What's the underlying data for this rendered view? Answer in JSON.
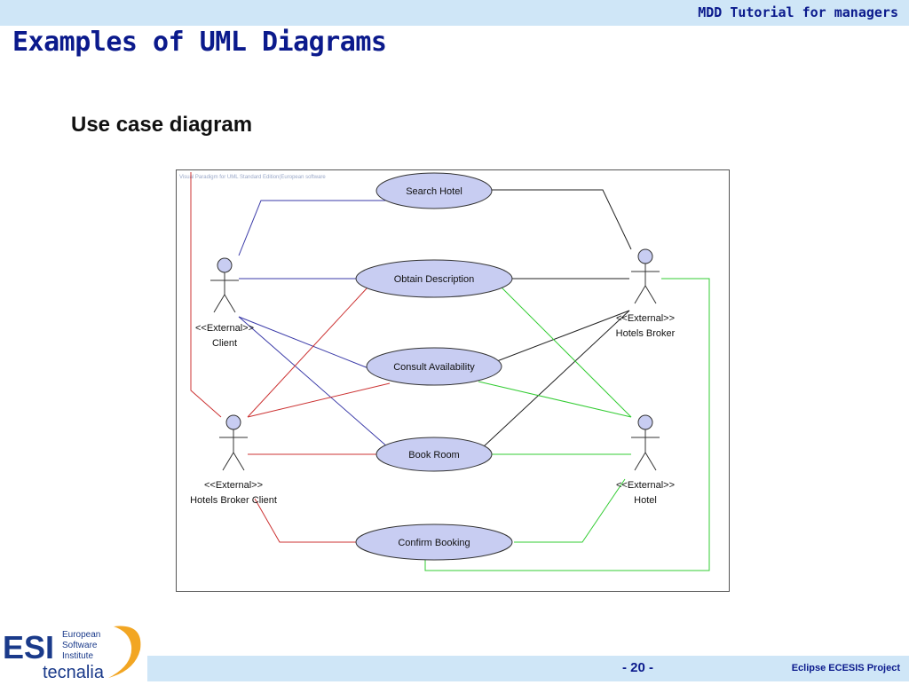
{
  "header": {
    "tag": "MDD Tutorial for managers"
  },
  "slide": {
    "title": "Examples of UML Diagrams",
    "subtitle": "Use case diagram"
  },
  "diagram": {
    "watermark": "Visual Paradigm for UML Standard Edition(European software",
    "actors": {
      "client": {
        "stereotype": "<<External>>",
        "name": "Client"
      },
      "hotels_broker": {
        "stereotype": "<<External>>",
        "name": "Hotels Broker"
      },
      "hotels_broker_client": {
        "stereotype": "<<External>>",
        "name": "Hotels Broker Client"
      },
      "hotel": {
        "stereotype": "<<External>>",
        "name": "Hotel"
      }
    },
    "use_cases": {
      "search_hotel": "Search Hotel",
      "obtain_description": "Obtain Description",
      "consult_availability": "Consult Availability",
      "book_room": "Book Room",
      "confirm_booking": "Confirm Booking"
    },
    "colors": {
      "use_case_fill": "#c8cdf2",
      "actor_fill": "#c8cdf2",
      "blue_link": "#3a3aa8",
      "red_link": "#cc3333",
      "green_link": "#33cc33",
      "black_link": "#222222"
    }
  },
  "logo": {
    "mark": "ESI",
    "line1": "European",
    "line2": "Software",
    "line3": "Institute",
    "brand": "tecnalia"
  },
  "footer": {
    "page": "- 20 -",
    "project": "Eclipse ECESIS Project"
  }
}
